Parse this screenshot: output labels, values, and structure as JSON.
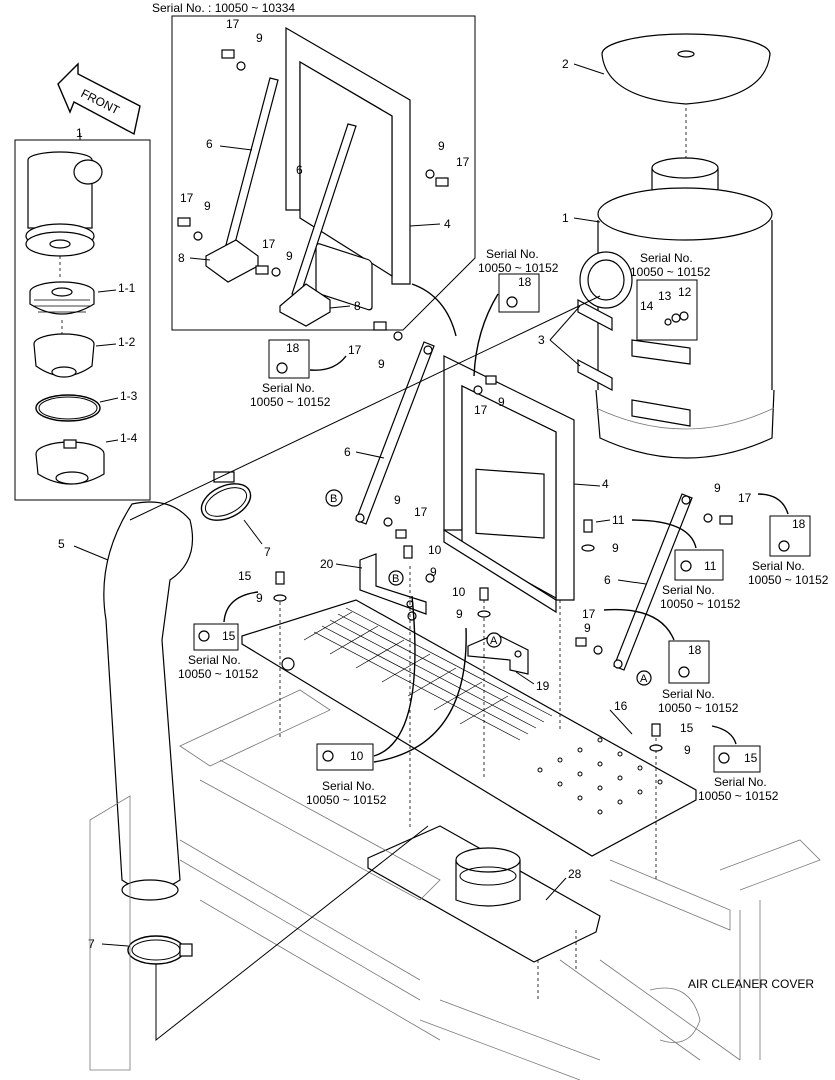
{
  "direction": {
    "front_label": "FRONT"
  },
  "serial_header": "Serial No. : 10050 ~ 10334",
  "section_label": "AIR CLEANER COVER",
  "callouts": {
    "c1_inset": "1",
    "c1_1": "1-1",
    "c1_2": "1-2",
    "c1_3": "1-3",
    "c1_4": "1-4",
    "c1_main": "1",
    "c2": "2",
    "c3": "3",
    "c4_top": "4",
    "c4_mid": "4",
    "c5": "5",
    "c6_a": "6",
    "c6_b": "6",
    "c6_c": "6",
    "c6_d": "6",
    "c7_a": "7",
    "c7_b": "7",
    "c8_a": "8",
    "c8_b": "8",
    "c9_a": "9",
    "c9_b": "9",
    "c9_c": "9",
    "c9_d": "9",
    "c9_e": "9",
    "c9_f": "9",
    "c9_g": "9",
    "c9_h": "9",
    "c9_i": "9",
    "c9_j": "9",
    "c9_k": "9",
    "c9_l": "9",
    "c9_m": "9",
    "c9_n": "9",
    "c10_a": "10",
    "c10_b": "10",
    "c10_box": "10",
    "c11_a": "11",
    "c11_box": "11",
    "c12": "12",
    "c13": "13",
    "c14": "14",
    "c15_a": "15",
    "c15_b": "15",
    "c15_box_a": "15",
    "c15_box_b": "15",
    "c16": "16",
    "c17_a": "17",
    "c17_b": "17",
    "c17_c": "17",
    "c17_d": "17",
    "c17_e": "17",
    "c17_f": "17",
    "c17_g": "17",
    "c17_h": "17",
    "c17_i": "17",
    "c18_a": "18",
    "c18_b": "18",
    "c18_c": "18",
    "c18_d": "18",
    "c19": "19",
    "c20": "20",
    "c28": "28",
    "mark_a1": "A",
    "mark_a2": "A",
    "mark_b1": "B",
    "mark_b2": "B"
  },
  "serial_notes": {
    "label": "Serial No.",
    "range": "10050 ~ 10152"
  }
}
